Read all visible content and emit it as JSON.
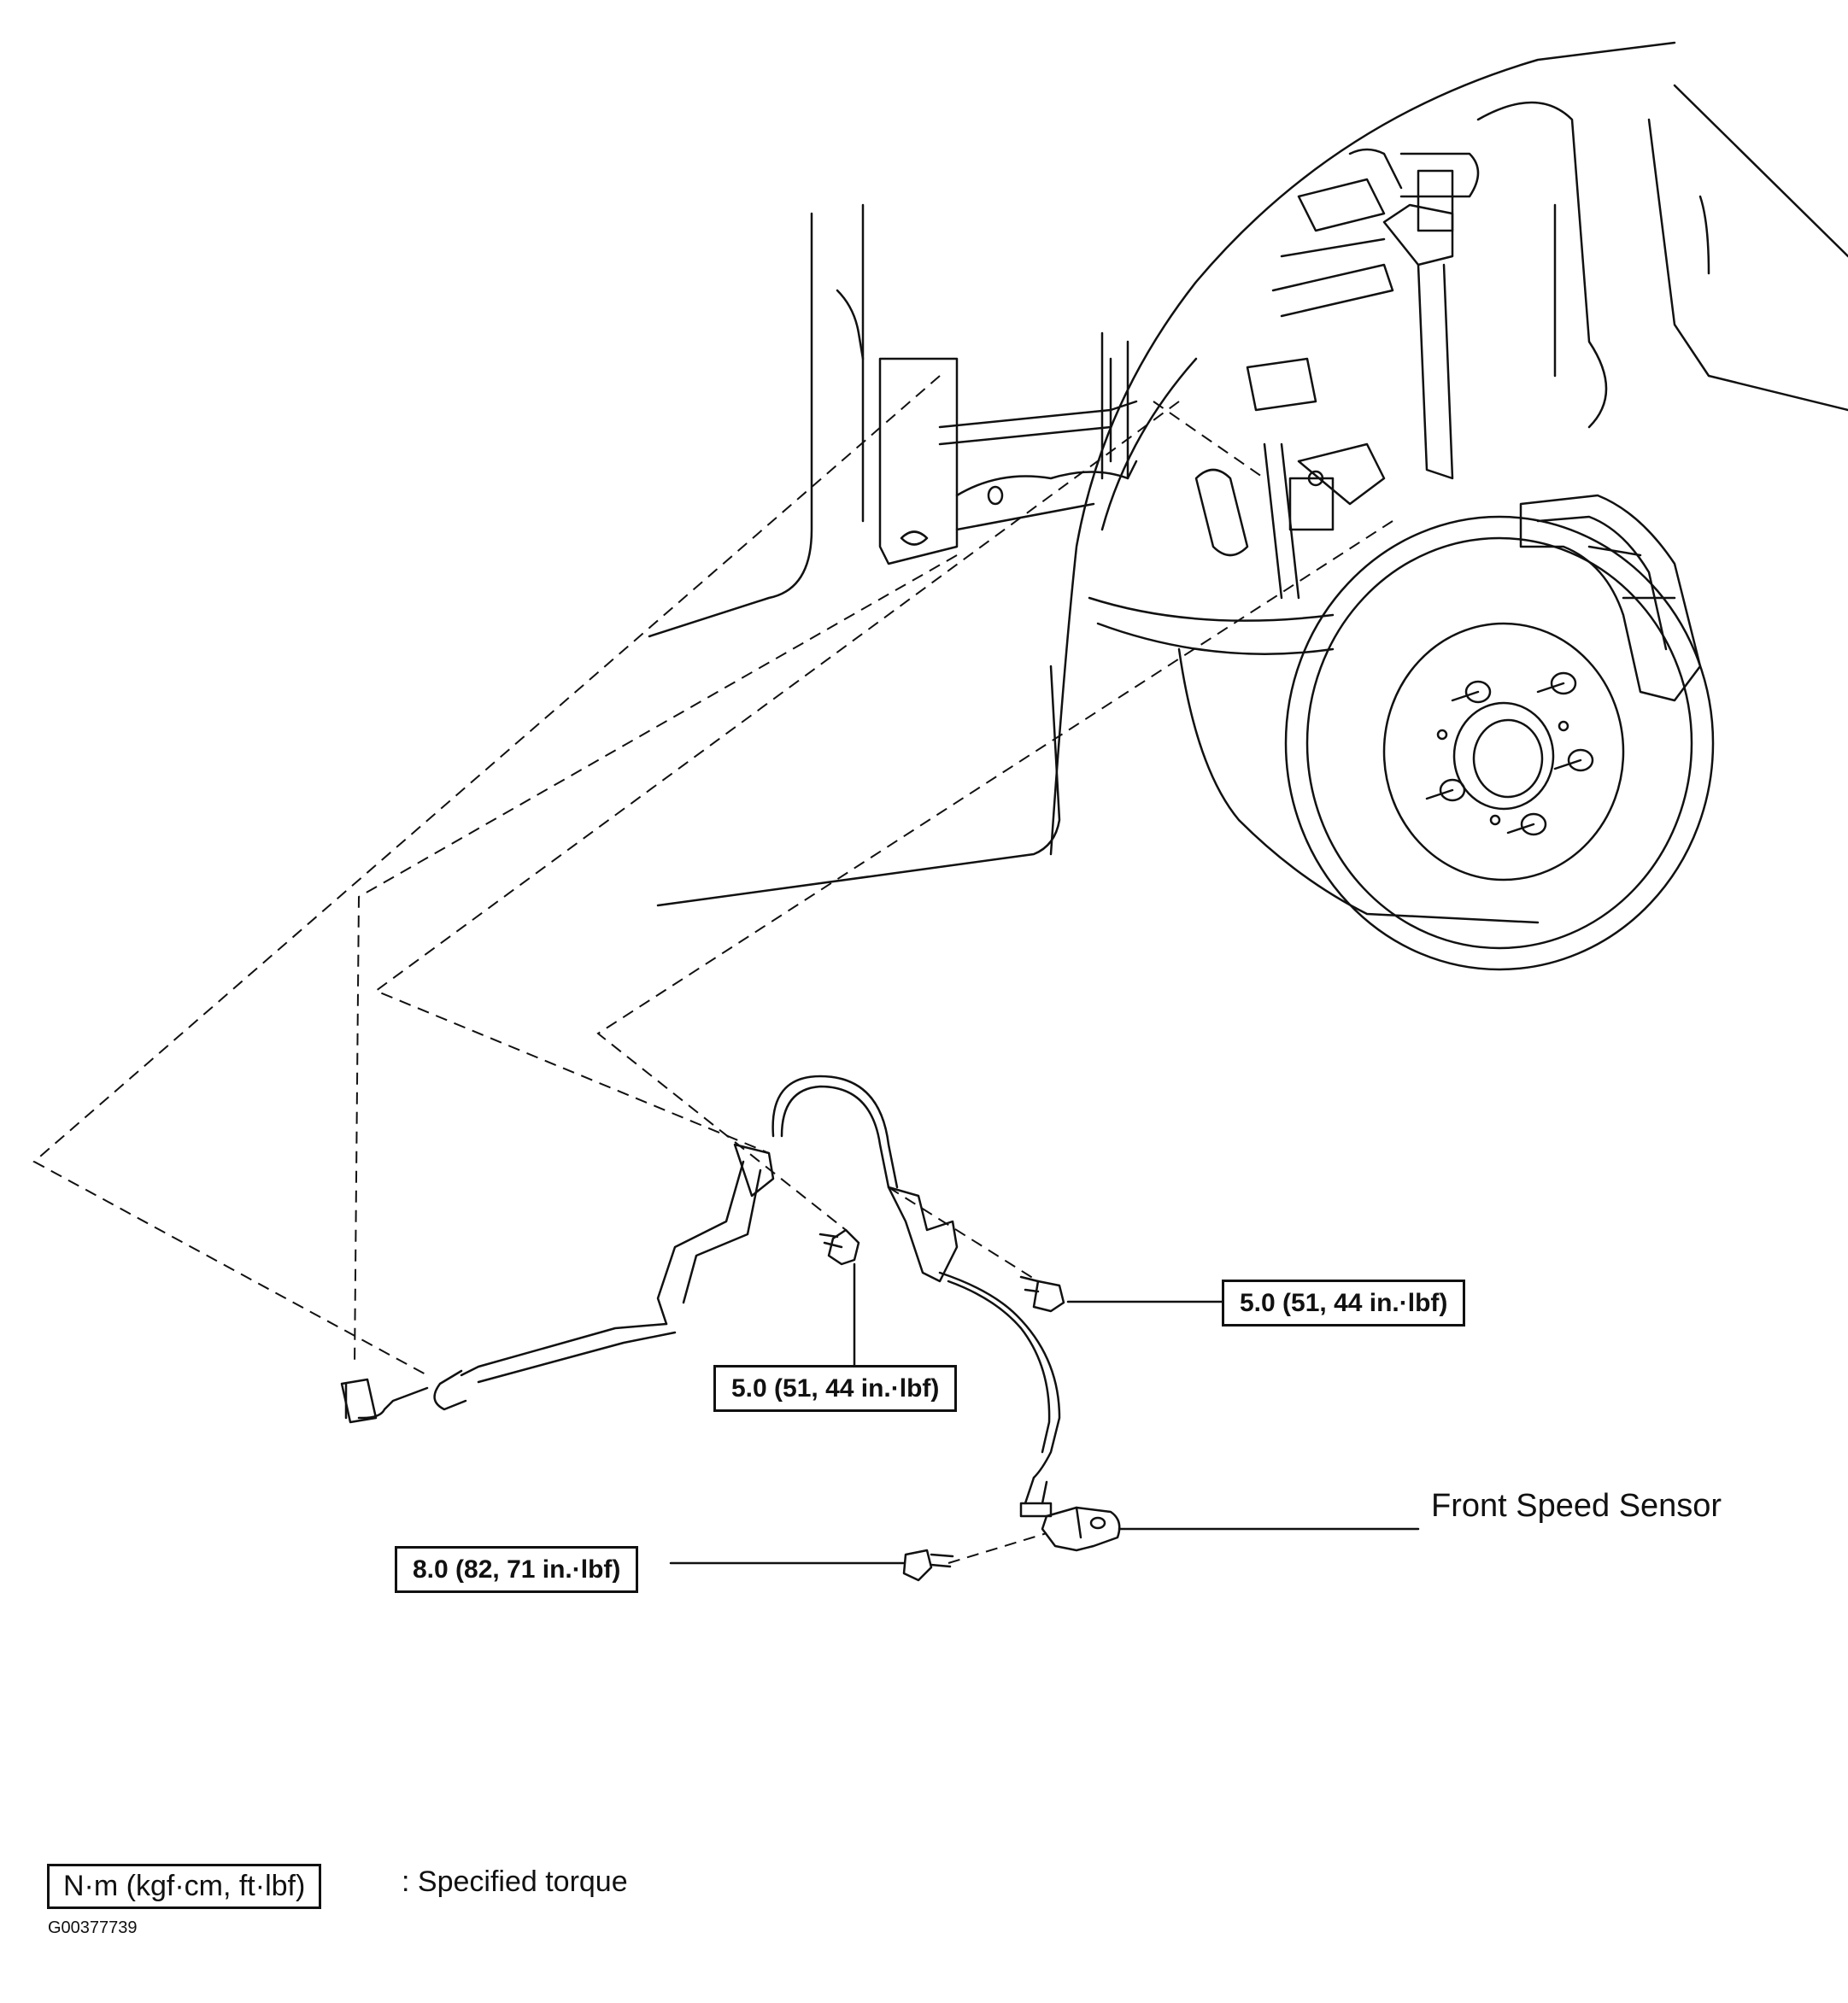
{
  "callouts": {
    "torque_bracket_right": "5.0 (51, 44 in.·lbf)",
    "torque_bracket_center": "5.0 (51, 44 in.·lbf)",
    "torque_sensor": "8.0 (82, 71 in.·lbf)",
    "sensor_label": "Front Speed Sensor"
  },
  "legend": {
    "unit_box": "N·m (kgf·cm, ft·lbf)",
    "description": ": Specified torque"
  },
  "figure_id": "G00377739",
  "colors": {
    "line": "#111111",
    "background": "#ffffff"
  }
}
